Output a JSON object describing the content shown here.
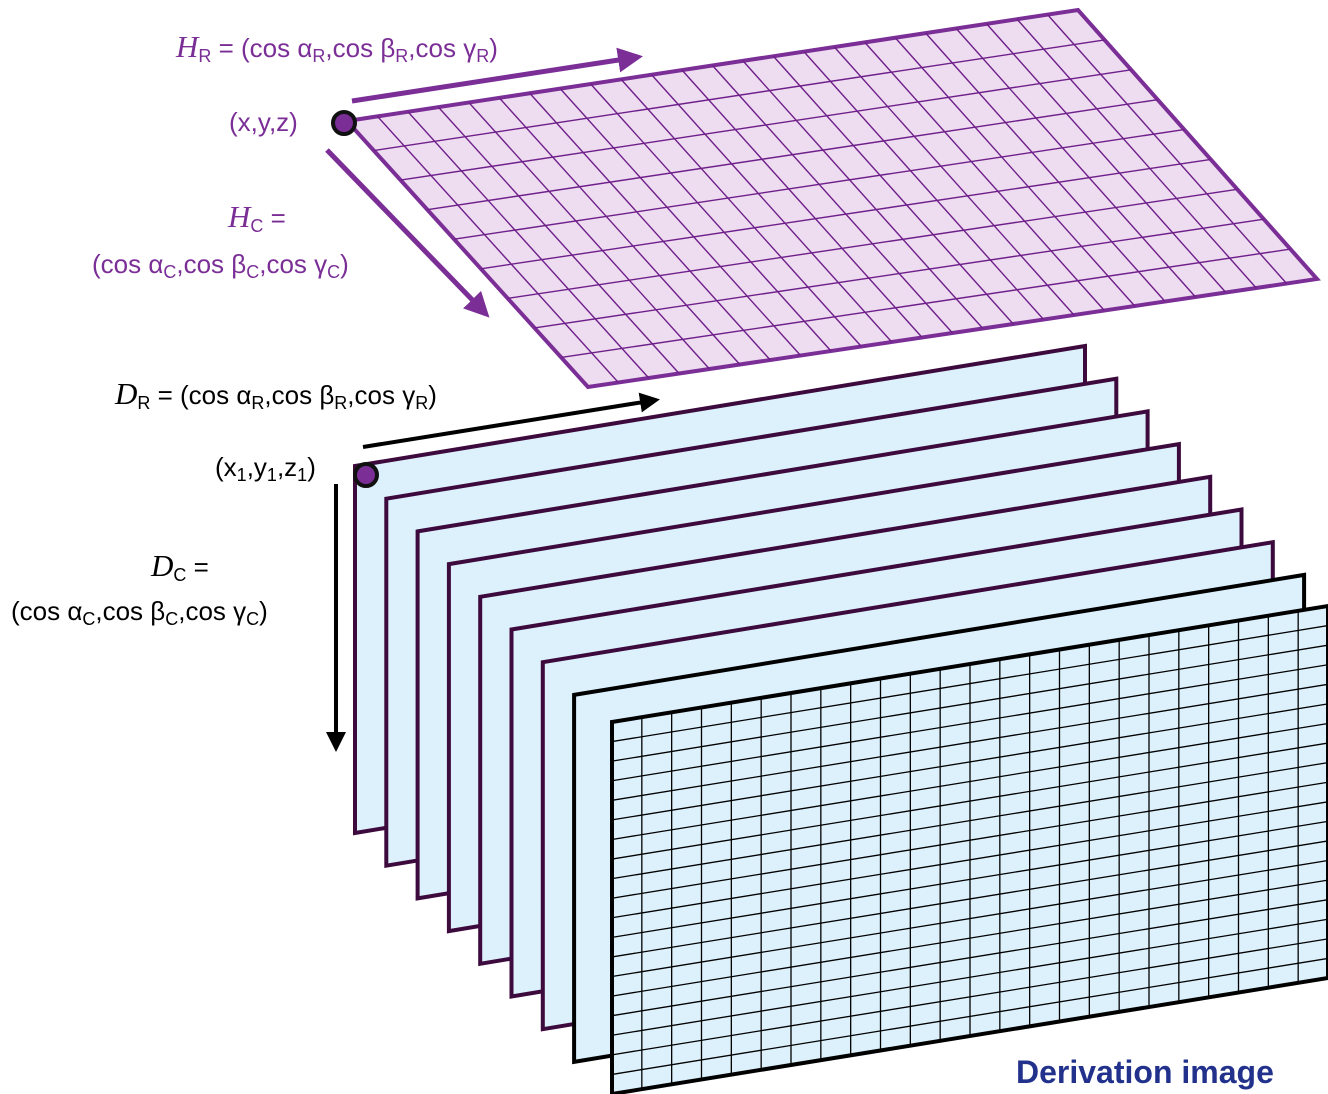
{
  "colors": {
    "header_accent": "#7a2e96",
    "header_fill": "#eedcf0",
    "header_grid": "#6e1f8a",
    "slice_fill": "#dcf1fb",
    "slice_border": "#3d0a3d",
    "derivation_border": "#000000",
    "caption": "#22328c",
    "detector_text": "#000000"
  },
  "header": {
    "row_dir": {
      "sym": "H",
      "sub": "R",
      "eq": " = (cos α",
      "sub_a": "R",
      "mid1": ",cos β",
      "sub_b": "R",
      "mid2": ",cos γ",
      "sub_c": "R",
      "close": ")"
    },
    "origin": "(x,y,z)",
    "col_dir": {
      "sym": "H",
      "sub": "C",
      "eq": " =",
      "line2_a": "(cos α",
      "sub_a": "C",
      "mid1": ",cos β",
      "sub_b": "C",
      "mid2": ",cos γ",
      "sub_c": "C",
      "close": ")"
    }
  },
  "detector": {
    "row_dir": {
      "sym": "D",
      "sub": "R",
      "eq": " = (cos α",
      "sub_a": "R",
      "mid1": ",cos β",
      "sub_b": "R",
      "mid2": ",cos γ",
      "sub_c": "R",
      "close": ")"
    },
    "origin": {
      "open": "(x",
      "s1": "1",
      "c1": ",y",
      "s2": "1",
      "c2": ",z",
      "s3": "1",
      "close": ")"
    },
    "col_dir": {
      "sym": "D",
      "sub": "C",
      "eq": " =",
      "line2_a": "(cos α",
      "sub_a": "C",
      "mid1": ",cos β",
      "sub_b": "C",
      "mid2": ",cos γ",
      "sub_c": "C",
      "close": ")"
    }
  },
  "caption": "Derivation image",
  "icons": {
    "header_origin": "origin-dot-icon",
    "detector_origin": "origin-dot-icon",
    "arrows": "arrow-icon"
  }
}
